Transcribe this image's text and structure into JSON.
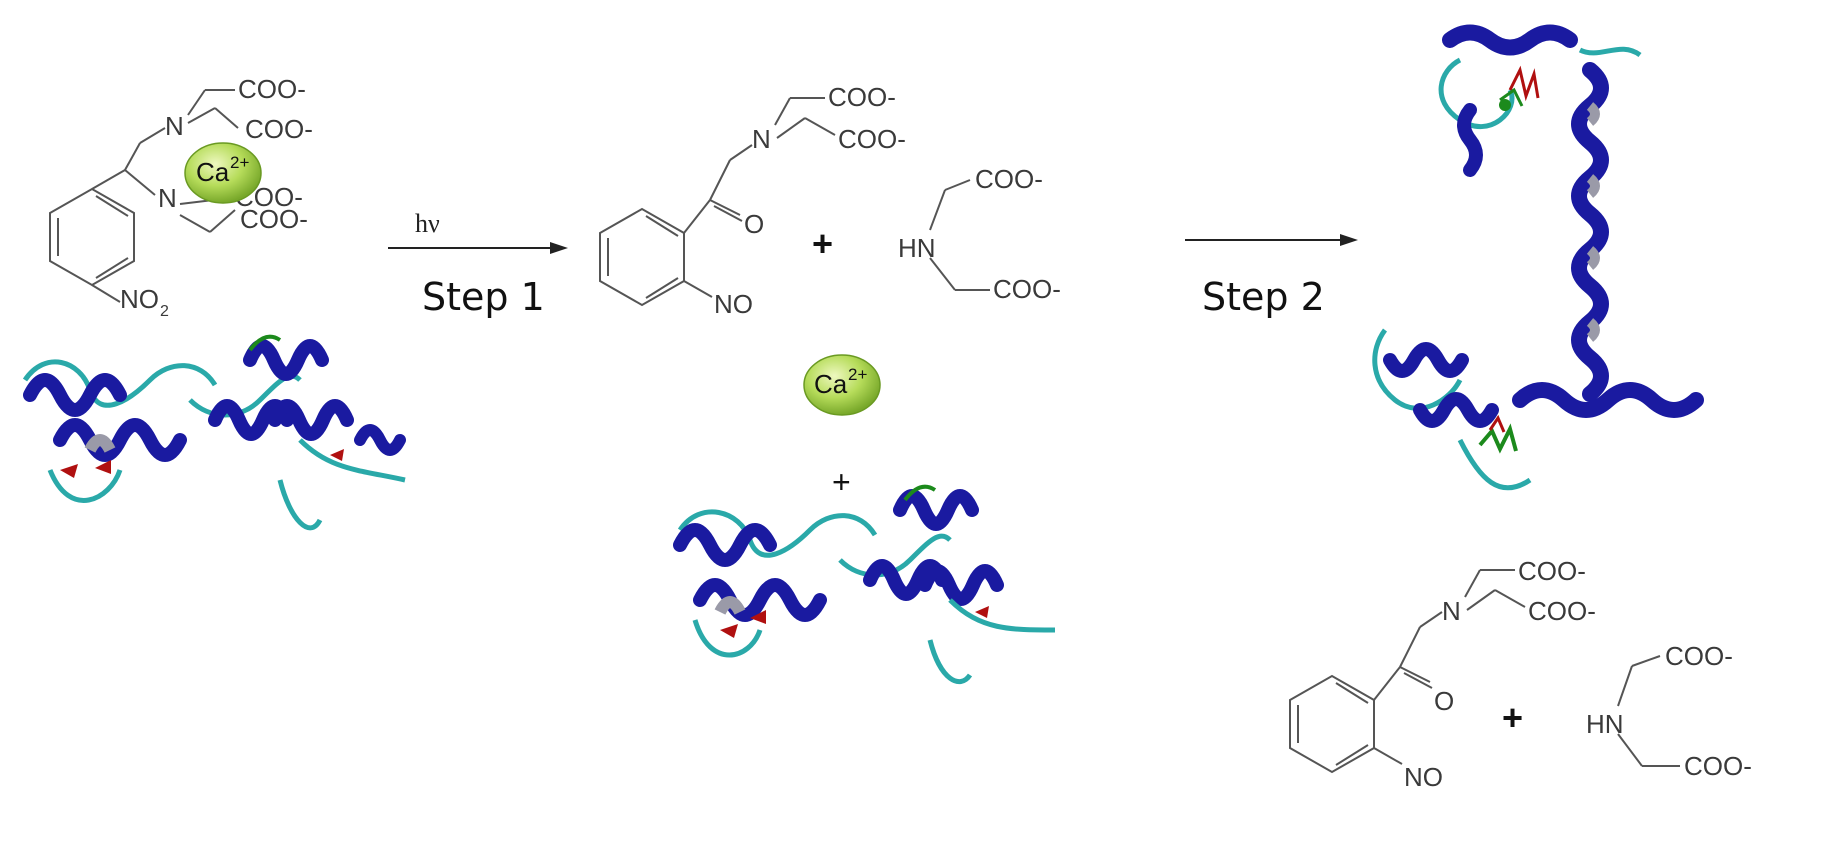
{
  "reactant": {
    "carboxylate_label": "COO-",
    "n_label": "N",
    "nitro_label": "NO",
    "nitro_subscript": "2",
    "calcium_label": "Ca",
    "calcium_charge": "2+"
  },
  "step1": {
    "light_label": "hν",
    "label": "Step 1"
  },
  "products1": {
    "carbonyl_o_label": "O",
    "nitroso_label": "NO",
    "n_label": "N",
    "carboxylate_label": "COO-",
    "amine_label": "HN",
    "plus_sign": "+",
    "plus_sign_lower": "+",
    "calcium_label": "Ca",
    "calcium_charge": "2+"
  },
  "step2": {
    "label": "Step 2"
  },
  "products2": {
    "carbonyl_o_label": "O",
    "nitroso_label": "NO",
    "n_label": "N",
    "carboxylate_label": "COO-",
    "amine_label": "HN",
    "plus_sign": "+"
  },
  "colors": {
    "helix_dark": "#1a1aa0",
    "helix_gray": "#9a9aa8",
    "loop_cyan": "#2aa9a9",
    "residue_red": "#b01010",
    "residue_green": "#1c8a1c",
    "calcium_light": "#d6f08a",
    "calcium_dark": "#7fb52a"
  }
}
